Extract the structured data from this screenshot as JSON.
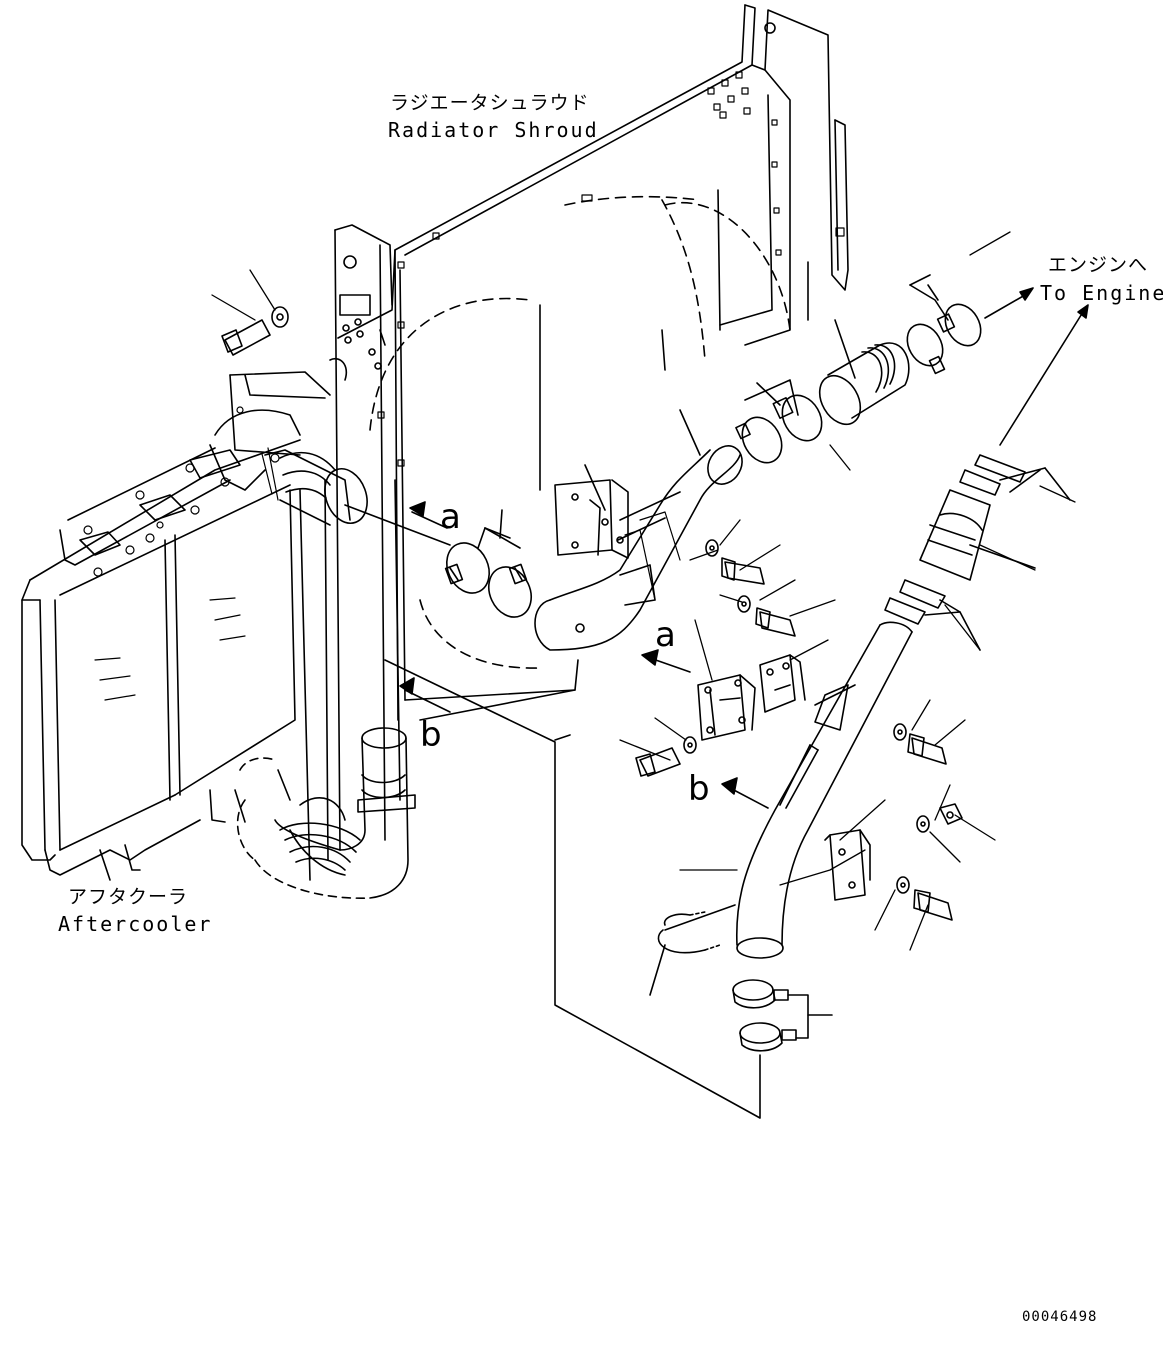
{
  "labels": {
    "radiator_shroud_jp": "ラジエータシュラウド",
    "radiator_shroud_en": "Radiator Shroud",
    "to_engine_jp": "エンジンへ",
    "to_engine_en": "To Engine",
    "aftercooler_jp": "アフタクーラ",
    "aftercooler_en": "Aftercooler"
  },
  "view_markers": {
    "a_top": "a",
    "a_mid": "a",
    "b_left": "b",
    "b_mid": "b"
  },
  "drawing_number": "00046498",
  "colors": {
    "line": "#000000",
    "background": "#ffffff"
  }
}
